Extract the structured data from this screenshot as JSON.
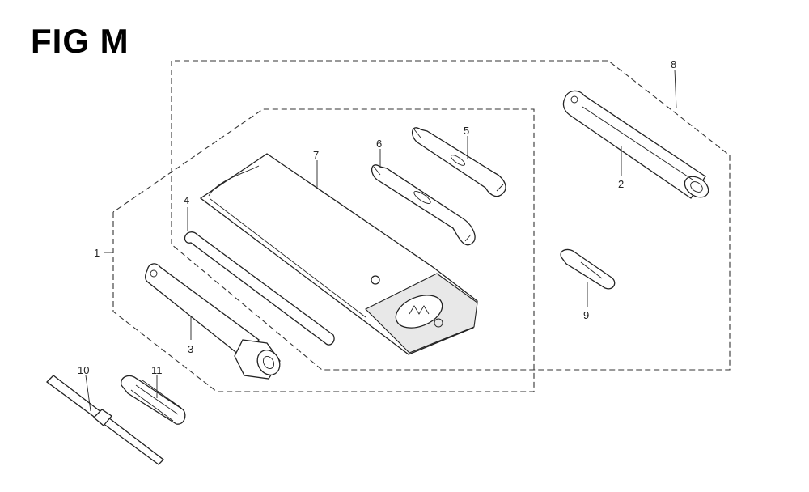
{
  "figure": {
    "title": "FIG M"
  },
  "callouts": [
    {
      "id": "1",
      "label": "1"
    },
    {
      "id": "2",
      "label": "2"
    },
    {
      "id": "3",
      "label": "3"
    },
    {
      "id": "4",
      "label": "4"
    },
    {
      "id": "5",
      "label": "5"
    },
    {
      "id": "6",
      "label": "6"
    },
    {
      "id": "7",
      "label": "7"
    },
    {
      "id": "8",
      "label": "8"
    },
    {
      "id": "9",
      "label": "9"
    },
    {
      "id": "10",
      "label": "10"
    },
    {
      "id": "11",
      "label": "11"
    }
  ]
}
